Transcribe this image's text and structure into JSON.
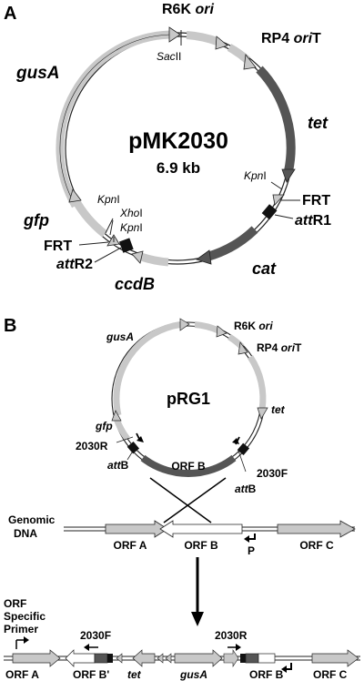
{
  "panel_a": {
    "letter": "A",
    "plasmid_name": "pMK2030",
    "plasmid_size": "6.9 kb",
    "labels": {
      "r6k_a": "R6K ",
      "r6k_b": "ori",
      "rp4_a": "RP4 ",
      "rp4_b": "ori",
      "rp4_c": "T",
      "sac_a": "Sac",
      "sac_b": "II",
      "gusa": "gusA",
      "tet": "tet",
      "kpn_r_a": "Kpn",
      "kpn_r_b": "I",
      "frt_r": "FRT",
      "att_r_a": "att",
      "att_r_b": "R1",
      "cat": "cat",
      "gfp": "gfp",
      "kpn_l1_a": "Kpn",
      "kpn_l1_b": "I",
      "xho_a": "Xho",
      "xho_b": "I",
      "kpn_l2_a": "Kpn",
      "kpn_l2_b": "I",
      "frt_l": "FRT",
      "att_l_a": "att",
      "att_l_b": "R2",
      "ccdb": "ccdB"
    }
  },
  "panel_b": {
    "letter": "B",
    "plasmid_name": "pRG1",
    "labels": {
      "gusa": "gusA",
      "r6k_a": "R6K ",
      "r6k_b": "ori",
      "rp4_a": "RP4 ",
      "rp4_b": "ori",
      "rp4_c": "T",
      "tet": "tet",
      "gfp": "gfp",
      "p2030r": "2030R",
      "attb_l_a": "att",
      "attb_l_b": "B",
      "orfb": "ORF B",
      "p2030f": "2030F",
      "attb_r_a": "att",
      "attb_r_b": "B"
    },
    "genomic": {
      "label_1": "Genomic",
      "label_2": "DNA",
      "orf_a": "ORF A",
      "orf_b": "ORF B",
      "orf_c": "ORF C",
      "promoter": "P"
    },
    "integrated": {
      "side_1": "ORF",
      "side_2": "Specific",
      "side_3": "Primer",
      "p2030f": "2030F",
      "p2030r": "2030R",
      "orf_a": "ORF A",
      "orf_b_prime": "ORF B'",
      "tet": "tet",
      "gusa": "gusA",
      "orf_b": "ORF B",
      "orf_c": "ORF C"
    }
  },
  "colors": {
    "light_feature": "#c8c8c8",
    "dark_feature": "#555555",
    "att_site": "#111111",
    "outline": "#222222"
  }
}
